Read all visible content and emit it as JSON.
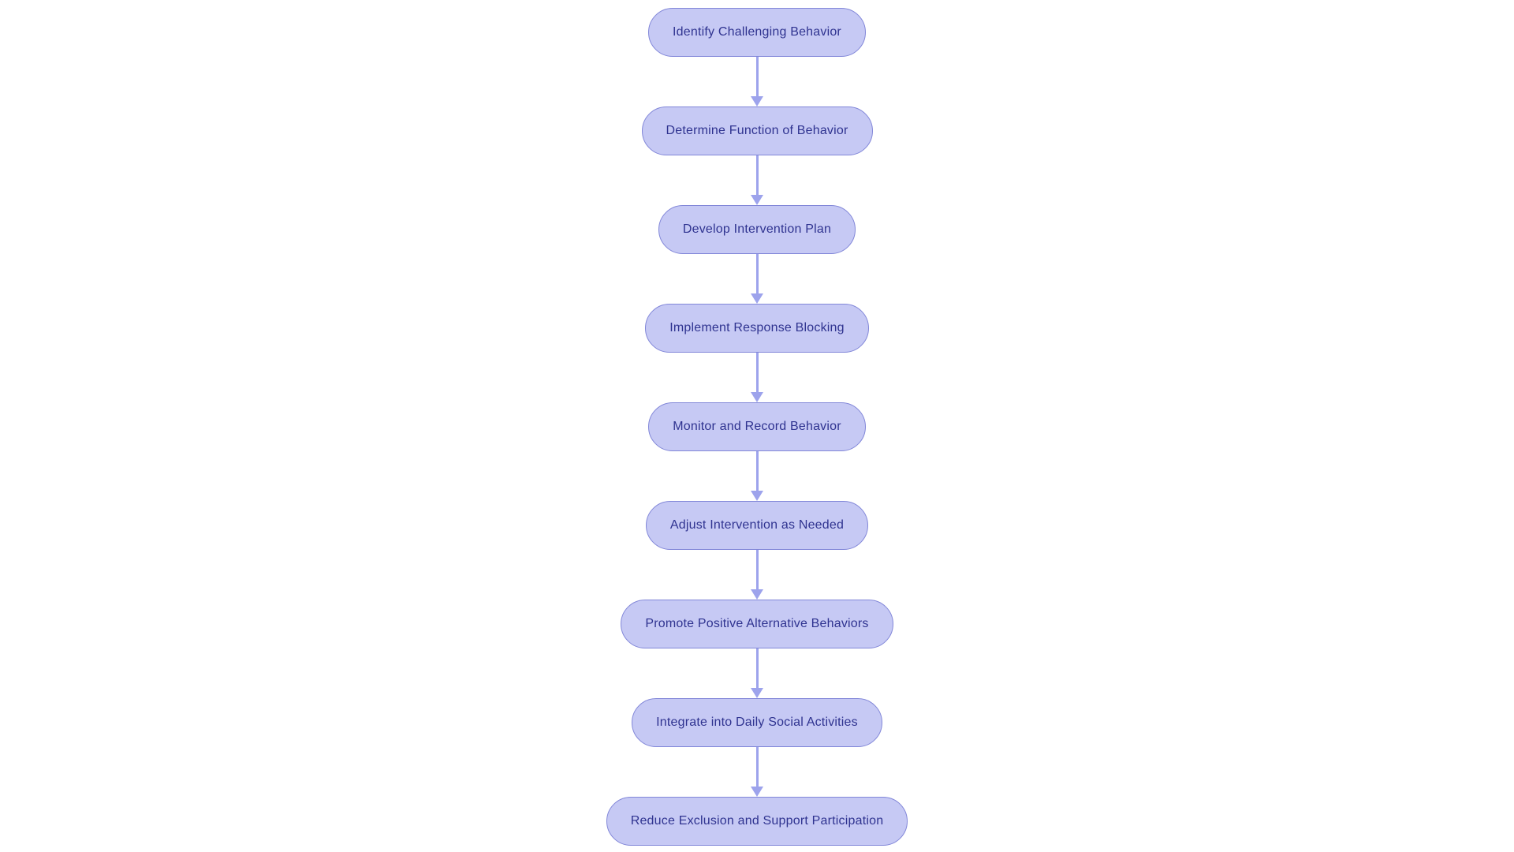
{
  "page": {
    "background": "#ffffff"
  },
  "flowchart": {
    "type": "flowchart",
    "direction": "top-down",
    "node_shape": "stadium",
    "node_fill": "#c6c9f4",
    "node_border": "#8186d8",
    "node_text_color": "#2f3390",
    "arrow_color": "#9da3ec",
    "nodes": [
      {
        "label": "Identify Challenging Behavior"
      },
      {
        "label": "Determine Function of Behavior"
      },
      {
        "label": "Develop Intervention Plan"
      },
      {
        "label": "Implement Response Blocking"
      },
      {
        "label": "Monitor and Record Behavior"
      },
      {
        "label": "Adjust Intervention as Needed"
      },
      {
        "label": "Promote Positive Alternative Behaviors"
      },
      {
        "label": "Integrate into Daily Social Activities"
      },
      {
        "label": "Reduce Exclusion and Support Participation"
      }
    ],
    "edges": [
      {
        "from": 0,
        "to": 1
      },
      {
        "from": 1,
        "to": 2
      },
      {
        "from": 2,
        "to": 3
      },
      {
        "from": 3,
        "to": 4
      },
      {
        "from": 4,
        "to": 5
      },
      {
        "from": 5,
        "to": 6
      },
      {
        "from": 6,
        "to": 7
      },
      {
        "from": 7,
        "to": 8
      }
    ]
  }
}
